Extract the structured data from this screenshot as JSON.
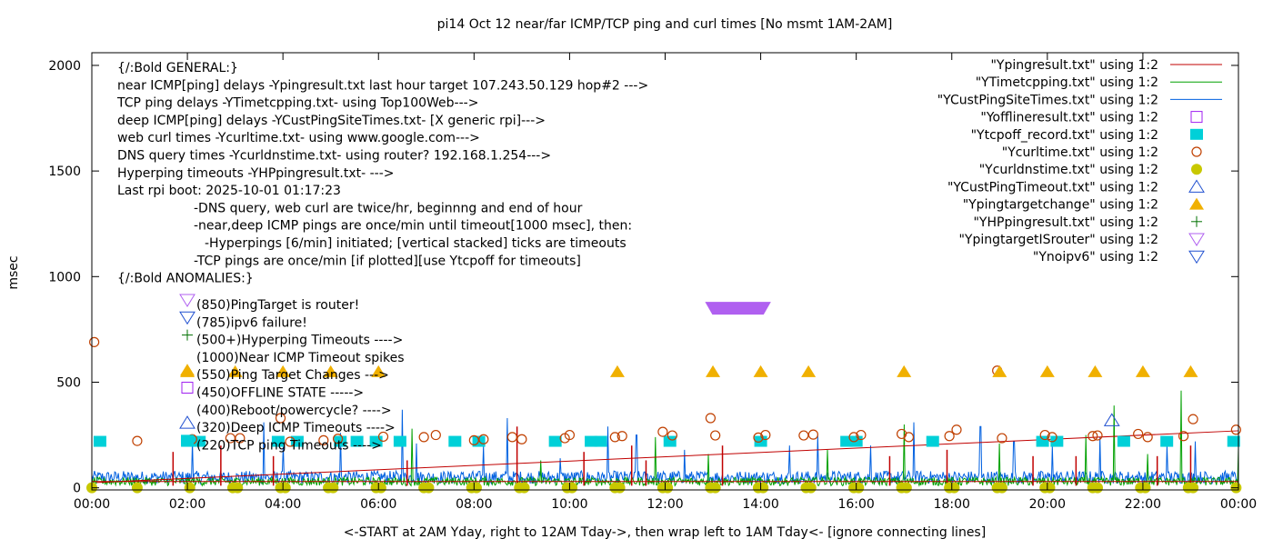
{
  "chart_data": {
    "type": "line",
    "title": "pi14 Oct 12  near/far ICMP/TCP ping and curl times [No msmt 1AM-2AM]",
    "xlabel": "<-START at 2AM Yday, right to 12AM Tday->, then wrap left to 1AM Tday<- [ignore connecting lines]",
    "ylabel": "msec",
    "xlim": [
      0,
      24
    ],
    "ylim": [
      -10,
      2060
    ],
    "x_ticks": [
      "00:00",
      "02:00",
      "04:00",
      "06:00",
      "08:00",
      "10:00",
      "12:00",
      "14:00",
      "16:00",
      "18:00",
      "20:00",
      "22:00",
      "00:00"
    ],
    "y_ticks": [
      0,
      500,
      1000,
      1500,
      2000
    ],
    "grid": false,
    "legend_position": "top-right",
    "annotation_lines": [
      "{/:Bold GENERAL:}",
      "near ICMP[ping] delays -Ypingresult.txt last hour target 107.243.50.129 hop#2 --->",
      "TCP ping delays -YTimetcpping.txt- using Top100Web--->",
      "deep ICMP[ping] delays -YCustPingSiteTimes.txt- [X generic rpi]--->",
      "web curl times -Ycurltime.txt- using www.google.com--->",
      "DNS query times -Ycurldnstime.txt- using router? 192.168.1.254--->",
      "Hyperping timeouts -YHPpingresult.txt- --->",
      "Last rpi boot: 2025-10-01 01:17:23",
      "-DNS query, web curl are twice/hr, beginnng and end of hour",
      "-near,deep ICMP pings are once/min until timeout[1000 msec], then:",
      "-Hyperpings [6/min] initiated; [vertical stacked] ticks are timeouts",
      "-TCP pings are once/min [if plotted][use Ytcpoff for timeouts]",
      "{/:Bold ANOMALIES:}"
    ],
    "anomaly_lines": [
      "(850)PingTarget is router!",
      "(785)ipv6 failure!",
      "(500+)Hyperping Timeouts ---->",
      "(1000)Near ICMP Timeout spikes",
      "(550)Ping Target Changes --->",
      "(450)OFFLINE STATE ----->",
      "(400)Reboot/powercycle? ---->",
      "(320)Deep ICMP Timeouts ---->",
      "(220)TCP ping Timeouts ---->"
    ],
    "series": [
      {
        "name": "\"Ypingresult.txt\" using 1:2",
        "style": "line",
        "color": "#c00000",
        "trend": [
          [
            0.1,
            25
          ],
          [
            24,
            270
          ]
        ],
        "spikes": [
          [
            1.7,
            170
          ],
          [
            2.7,
            200
          ],
          [
            3.8,
            150
          ],
          [
            6.6,
            130
          ],
          [
            8.9,
            290
          ],
          [
            10.3,
            170
          ],
          [
            11.3,
            200
          ],
          [
            11.6,
            130
          ],
          [
            13.2,
            200
          ],
          [
            16.7,
            150
          ],
          [
            17.9,
            180
          ],
          [
            19.7,
            150
          ],
          [
            20.6,
            150
          ],
          [
            22.3,
            150
          ],
          [
            23.0,
            200
          ]
        ]
      },
      {
        "name": "\"YTimetcpping.txt\" using 1:2",
        "style": "line",
        "color": "#00a000",
        "baseline": 30,
        "spikes": [
          [
            6.7,
            280
          ],
          [
            9.4,
            130
          ],
          [
            11.8,
            240
          ],
          [
            12.9,
            160
          ],
          [
            15.4,
            180
          ],
          [
            17.0,
            300
          ],
          [
            19.0,
            210
          ],
          [
            20.8,
            250
          ],
          [
            21.4,
            390
          ],
          [
            22.1,
            160
          ],
          [
            22.8,
            460
          ],
          [
            24.0,
            190
          ]
        ]
      },
      {
        "name": "\"YCustPingSiteTimes.txt\" using 1:2",
        "style": "line",
        "color": "#0060e0",
        "baseline": 50,
        "spikes": [
          [
            2.1,
            220
          ],
          [
            3.6,
            310
          ],
          [
            4.0,
            200
          ],
          [
            5.2,
            260
          ],
          [
            6.5,
            370
          ],
          [
            6.8,
            210
          ],
          [
            8.2,
            200
          ],
          [
            8.7,
            330
          ],
          [
            9.8,
            140
          ],
          [
            10.8,
            290
          ],
          [
            11.4,
            250
          ],
          [
            12.4,
            180
          ],
          [
            14.6,
            200
          ],
          [
            15.2,
            250
          ],
          [
            16.3,
            200
          ],
          [
            17.2,
            310
          ],
          [
            18.6,
            290
          ],
          [
            19.3,
            220
          ],
          [
            20.1,
            200
          ],
          [
            21.1,
            240
          ],
          [
            22.5,
            200
          ],
          [
            23.1,
            220
          ]
        ]
      },
      {
        "name": "\"Yofflineresult.txt\" using 1:2",
        "style": "open-square",
        "color": "#a020f0",
        "points": []
      },
      {
        "name": "\"Ytcpoff_record.txt\" using 1:2",
        "style": "filled-square",
        "color": "#00d0d8",
        "points": [
          [
            0.17,
            220
          ],
          [
            2.0,
            220
          ],
          [
            2.25,
            220
          ],
          [
            3.9,
            220
          ],
          [
            4.3,
            220
          ],
          [
            5.2,
            220
          ],
          [
            5.55,
            220
          ],
          [
            5.95,
            220
          ],
          [
            6.45,
            220
          ],
          [
            7.6,
            220
          ],
          [
            8.1,
            220
          ],
          [
            9.7,
            220
          ],
          [
            10.45,
            220
          ],
          [
            10.65,
            220
          ],
          [
            12.1,
            220
          ],
          [
            14.0,
            220
          ],
          [
            15.8,
            220
          ],
          [
            16.0,
            220
          ],
          [
            17.6,
            220
          ],
          [
            19.9,
            220
          ],
          [
            20.2,
            220
          ],
          [
            21.6,
            220
          ],
          [
            22.5,
            220
          ],
          [
            23.9,
            220
          ]
        ]
      },
      {
        "name": "\"Ycurltime.txt\" using 1:2",
        "style": "open-circle",
        "color": "#c04000",
        "points": [
          [
            0.05,
            690
          ],
          [
            0.95,
            222
          ],
          [
            2.1,
            230
          ],
          [
            2.9,
            235
          ],
          [
            3.1,
            235
          ],
          [
            3.95,
            330
          ],
          [
            4.15,
            218
          ],
          [
            4.85,
            225
          ],
          [
            5.15,
            232
          ],
          [
            6.1,
            242
          ],
          [
            6.95,
            240
          ],
          [
            7.2,
            250
          ],
          [
            8.0,
            225
          ],
          [
            8.2,
            230
          ],
          [
            8.8,
            240
          ],
          [
            9.0,
            230
          ],
          [
            9.9,
            235
          ],
          [
            10.0,
            250
          ],
          [
            10.95,
            240
          ],
          [
            11.1,
            245
          ],
          [
            11.95,
            265
          ],
          [
            12.15,
            248
          ],
          [
            12.95,
            330
          ],
          [
            13.05,
            248
          ],
          [
            13.95,
            238
          ],
          [
            14.1,
            250
          ],
          [
            14.9,
            248
          ],
          [
            15.1,
            252
          ],
          [
            15.95,
            240
          ],
          [
            16.1,
            250
          ],
          [
            16.95,
            255
          ],
          [
            17.1,
            240
          ],
          [
            17.95,
            245
          ],
          [
            18.1,
            275
          ],
          [
            18.95,
            555
          ],
          [
            19.05,
            235
          ],
          [
            19.95,
            250
          ],
          [
            20.1,
            240
          ],
          [
            20.95,
            245
          ],
          [
            21.05,
            248
          ],
          [
            21.9,
            255
          ],
          [
            22.1,
            240
          ],
          [
            22.85,
            245
          ],
          [
            23.05,
            325
          ],
          [
            23.95,
            275
          ]
        ]
      },
      {
        "name": "\"Ycurldnstime.txt\" using 1:2",
        "style": "filled-circle",
        "color": "#c8c800",
        "points": [
          [
            0.0,
            0
          ],
          [
            0.95,
            0
          ],
          [
            2.05,
            0
          ],
          [
            2.95,
            0
          ],
          [
            3.05,
            0
          ],
          [
            3.95,
            0
          ],
          [
            4.05,
            0
          ],
          [
            4.95,
            0
          ],
          [
            5.05,
            0
          ],
          [
            5.95,
            0
          ],
          [
            6.05,
            0
          ],
          [
            6.95,
            0
          ],
          [
            7.05,
            0
          ],
          [
            7.95,
            0
          ],
          [
            8.05,
            0
          ],
          [
            8.95,
            0
          ],
          [
            9.05,
            0
          ],
          [
            9.95,
            0
          ],
          [
            10.05,
            0
          ],
          [
            10.95,
            0
          ],
          [
            11.05,
            0
          ],
          [
            11.95,
            0
          ],
          [
            12.05,
            0
          ],
          [
            12.95,
            0
          ],
          [
            13.05,
            0
          ],
          [
            13.95,
            0
          ],
          [
            14.05,
            0
          ],
          [
            14.95,
            0
          ],
          [
            15.05,
            0
          ],
          [
            15.95,
            0
          ],
          [
            16.05,
            0
          ],
          [
            16.95,
            0
          ],
          [
            17.05,
            0
          ],
          [
            17.95,
            0
          ],
          [
            18.05,
            0
          ],
          [
            18.95,
            0
          ],
          [
            19.05,
            0
          ],
          [
            19.95,
            0
          ],
          [
            20.05,
            0
          ],
          [
            20.95,
            0
          ],
          [
            21.05,
            0
          ],
          [
            21.95,
            0
          ],
          [
            22.05,
            0
          ],
          [
            22.95,
            0
          ],
          [
            23.05,
            0
          ],
          [
            23.95,
            0
          ]
        ]
      },
      {
        "name": "\"YCustPingTimeout.txt\" using 1:2",
        "style": "open-triangle-up",
        "color": "#2050d0",
        "points": [
          [
            21.35,
            320
          ]
        ]
      },
      {
        "name": "\"Ypingtargetchange\" using 1:2",
        "style": "filled-triangle-up",
        "color": "#f0b000",
        "points": [
          [
            2.0,
            550
          ],
          [
            3.0,
            550
          ],
          [
            4.0,
            550
          ],
          [
            5.0,
            550
          ],
          [
            6.0,
            550
          ],
          [
            11.0,
            550
          ],
          [
            13.0,
            550
          ],
          [
            14.0,
            550
          ],
          [
            15.0,
            550
          ],
          [
            17.0,
            550
          ],
          [
            19.0,
            550
          ],
          [
            20.0,
            550
          ],
          [
            21.0,
            550
          ],
          [
            22.0,
            550
          ],
          [
            23.0,
            550
          ]
        ]
      },
      {
        "name": "\"YHPpingresult.txt\" using 1:2",
        "style": "plus",
        "color": "#007000",
        "points": []
      },
      {
        "name": "\"YpingtargetISrouter\" using 1:2",
        "style": "filled-triangle-down",
        "color": "#b060f0",
        "points_range": [
          [
            12.95,
            850
          ],
          [
            14.1,
            850
          ]
        ]
      },
      {
        "name": "\"Ynoipv6\" using 1:2",
        "style": "open-triangle-down",
        "color": "#2050d0",
        "points": []
      }
    ]
  }
}
